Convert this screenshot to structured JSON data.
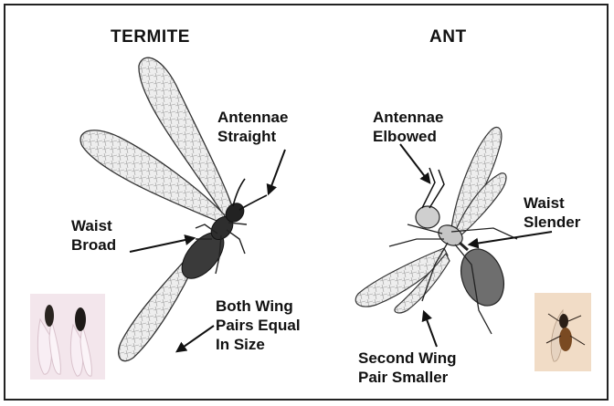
{
  "termite": {
    "title": "TERMITE",
    "label_antennae": [
      "Antennae",
      "Straight"
    ],
    "label_waist": [
      "Waist",
      "Broad"
    ],
    "label_wings": [
      "Both Wing",
      "Pairs Equal",
      "In Size"
    ]
  },
  "ant": {
    "title": "ANT",
    "label_antennae": [
      "Antennae",
      "Elbowed"
    ],
    "label_waist": [
      "Waist",
      "Slender"
    ],
    "label_wings": [
      "Second Wing",
      "Pair Smaller"
    ]
  },
  "colors": {
    "ink": "#111111",
    "wing_fill": "#e8e8e8",
    "body_fill": "#3a3a3a",
    "termite_photo_bg": "#f3e6ec",
    "ant_photo_bg": "#f1dcc6"
  }
}
